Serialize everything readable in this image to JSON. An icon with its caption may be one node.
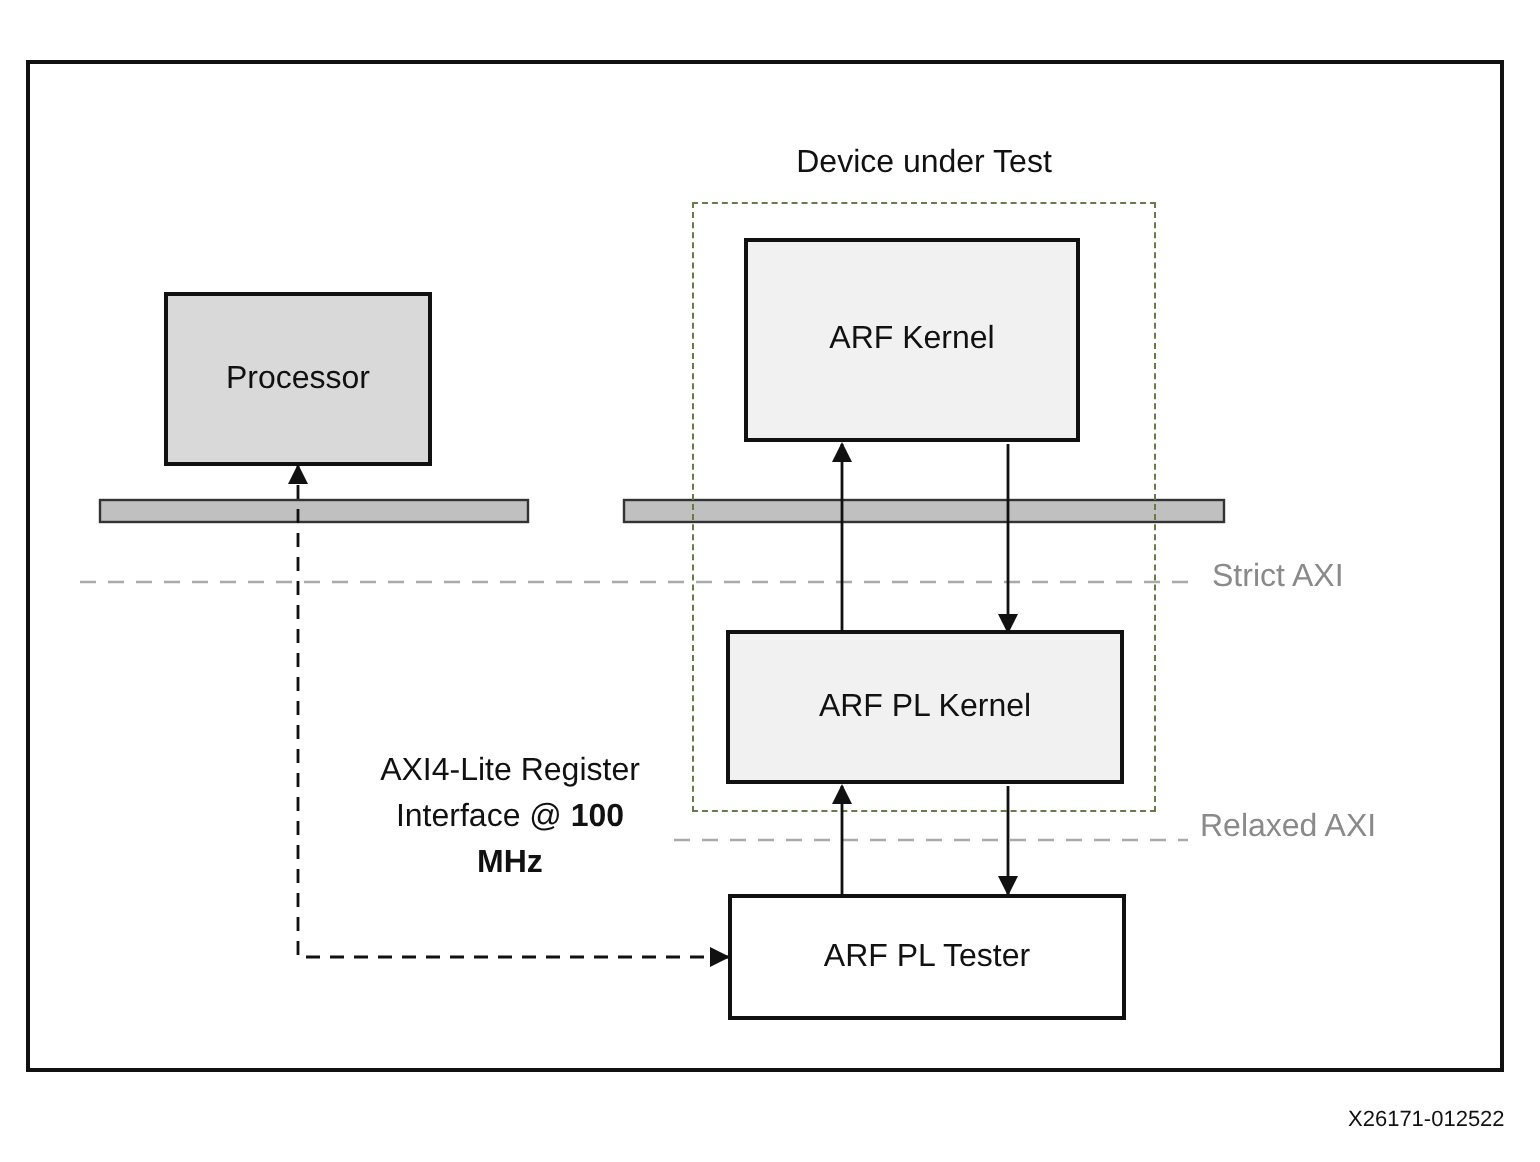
{
  "diagram": {
    "nodes": [
      {
        "text": [],
        "shape": "box"
      },
      {
        "text": [
          "Device under Test"
        ],
        "in": 0
      },
      {
        "text": [
          "Processor"
        ],
        "in": 0
      },
      {
        "text": [
          "ARF Kernel"
        ],
        "in": 1
      },
      {
        "text": [
          "ARF PL Kernel"
        ],
        "in": 1
      },
      {
        "text": [
          "ARF PL Tester"
        ],
        "in": 0
      }
    ],
    "edges": [
      {
        "from": 5,
        "to": 2,
        "arrow": "both",
        "style": "dashed",
        "label": "AXI4-Lite Register Interface @ **100 MHz**"
      },
      {
        "from": 4,
        "to": 3,
        "arrow": "to"
      },
      {
        "from": 3,
        "to": 4,
        "arrow": "to"
      },
      {
        "from": 5,
        "to": 4,
        "arrow": "to"
      },
      {
        "from": 4,
        "to": 5,
        "arrow": "to"
      }
    ],
    "labels": [
      "Strict AXI",
      "Relaxed AXI",
      "X26171-012522"
    ]
  }
}
